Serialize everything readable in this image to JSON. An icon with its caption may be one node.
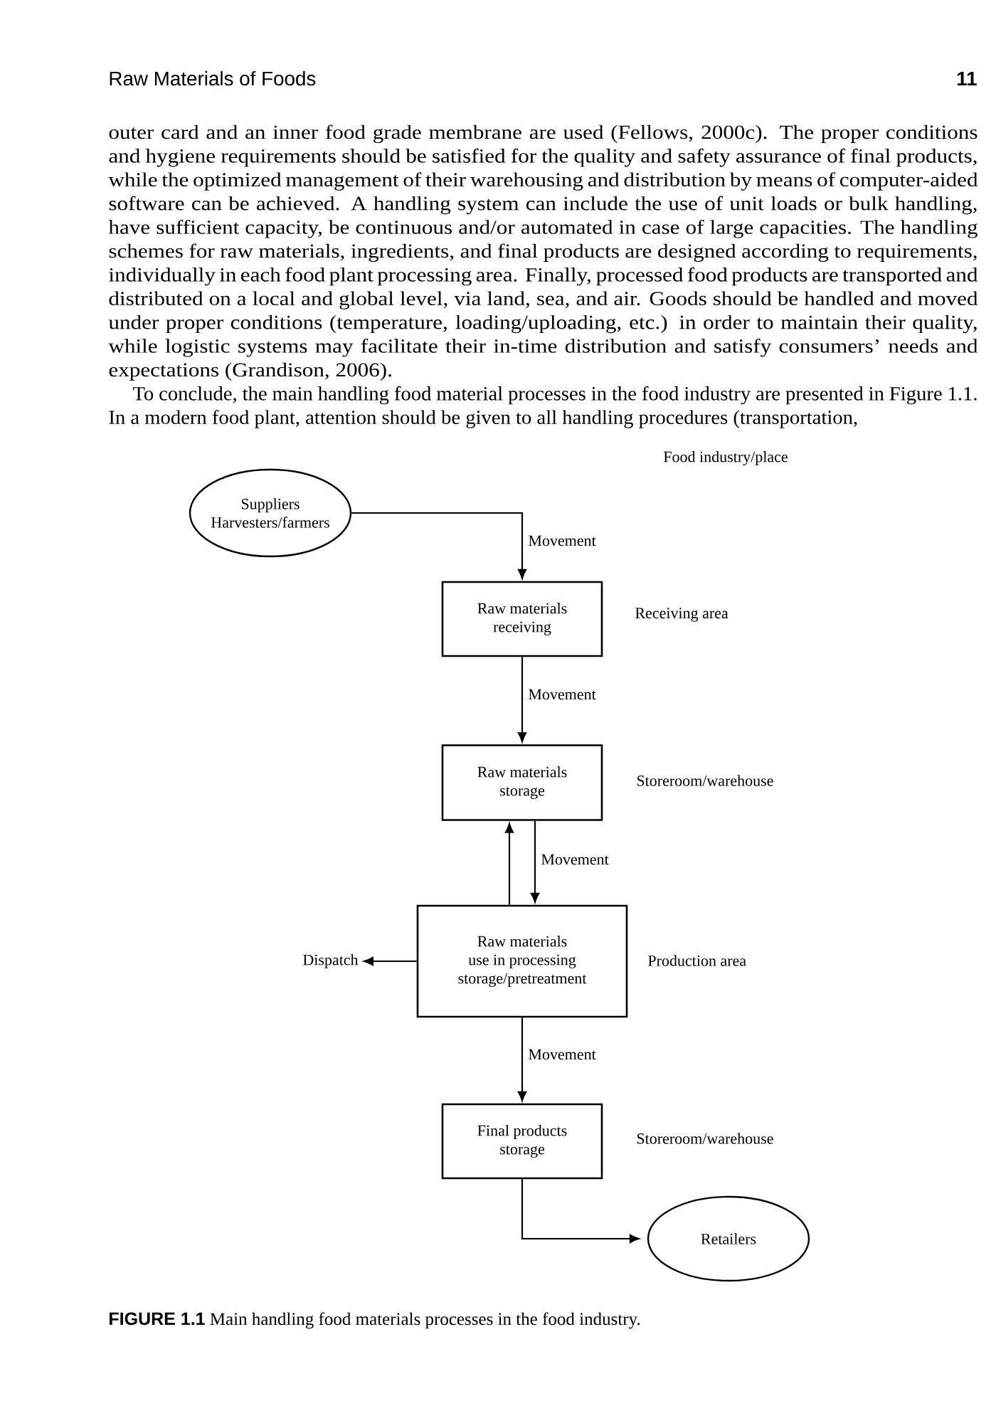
{
  "diagram": {
    "caption": "**FIGURE 1.1** Main handling food materials processes in the food industry.",
    "nodes": [
      {
        "text": [
          "Suppliers",
          "Harvesters/farmers"
        ]
      },
      {
        "text": [
          "Raw materials receiving"
        ],
        "beside": [
          "Receiving area"
        ]
      },
      {
        "text": [
          "Raw materials storage"
        ],
        "beside": [
          "Storeroom/warehouse"
        ]
      },
      {
        "text": [
          "Raw materials use in processing storage/pretreatment"
        ],
        "beside": [
          "Production area"
        ]
      },
      {
        "text": [
          "Dispatch"
        ]
      },
      {
        "text": [
          "Final products storage"
        ],
        "beside": [
          "Storeroom/warehouse"
        ]
      },
      {
        "text": [
          "Retailers"
        ]
      }
    ],
    "edges": [
      {
        "from": 0,
        "to": 1,
        "arrow": "to",
        "label": "Movement"
      },
      {
        "from": 1,
        "to": 2,
        "arrow": "to",
        "label": "Movement"
      },
      {
        "from": 3,
        "to": 2,
        "arrow": "to"
      },
      {
        "from": 2,
        "to": 3,
        "arrow": "to",
        "label": "Movement"
      },
      {
        "from": 3,
        "to": 4,
        "arrow": "to"
      },
      {
        "from": 3,
        "to": 5,
        "arrow": "to",
        "label": "Movement"
      },
      {
        "from": 5,
        "to": 6,
        "arrow": "to"
      }
    ],
    "labels": [
      "Raw Materials of Foods",
      "11",
      "outer card and an inner food grade membrane are used (Fellows, 2000c). The proper conditions and hygiene requirements should be satisfied for the quality and safety assurance of final products, while the optimized management of their warehousing and distribution by means of computer-aided software can be achieved. A handling system can include the use of unit loads or bulk handling, have sufficient capacity, be continuous and/or automated in case of large capacities. The handling schemes for raw materials, ingredients, and final products are designed according to requirements, individually in each food plant processing area. Finally, processed food products are transported and distributed on a local and global level, via land, sea, and air. Goods should be handled and moved under proper conditions (temperature, loading/uploading, etc.) in order to maintain their quality, while logistic systems may facilitate their in-time distribution and satisfy consumers’ needs and expectations (Grandison, 2006).",
      "To conclude, the main handling food material processes in the food industry are presented in Figure 1.1. In a modern food plant, attention should be given to all handling procedures (transportation,",
      "Food industry/place"
    ]
  }
}
